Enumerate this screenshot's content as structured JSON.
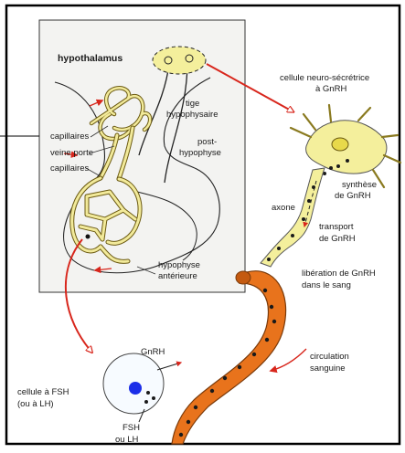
{
  "labels": {
    "hypothalamus": "hypothalamus",
    "capillaires_top": "capillaires",
    "veine_porte": "veine porte",
    "capillaires_bottom": "capillaires",
    "tige_line1": "tige",
    "tige_line2": "hypophysaire",
    "post_line1": "post-",
    "post_line2": "hypophyse",
    "anterieure_line1": "hypophyse",
    "anterieure_line2": "antérieure",
    "neuro_line1": "cellule neuro-sécrétrice",
    "neuro_line2": "à GnRH",
    "synthese_line1": "synthèse",
    "synthese_line2": "de GnRH",
    "axone": "axone",
    "transport_line1": "transport",
    "transport_line2": "de GnRH",
    "liberation_line1": "libération de GnRH",
    "liberation_line2": "dans le sang",
    "circulation_line1": "circulation",
    "circulation_line2": "sanguine",
    "gnrh": "GnRH",
    "fsh_cell_line1": "cellule à FSH",
    "fsh_cell_line2": "(ou à LH)",
    "fsh_line1": "FSH",
    "fsh_line2": "ou LH"
  },
  "colors": {
    "vessel_fill": "#f2ea9a",
    "vessel_stroke": "#6b5a12",
    "blood_fill": "#e8731c",
    "arrow_red": "#d8261c",
    "inset_bg": "#f3f3f1",
    "nucleus_blue": "#1c2ee8"
  }
}
